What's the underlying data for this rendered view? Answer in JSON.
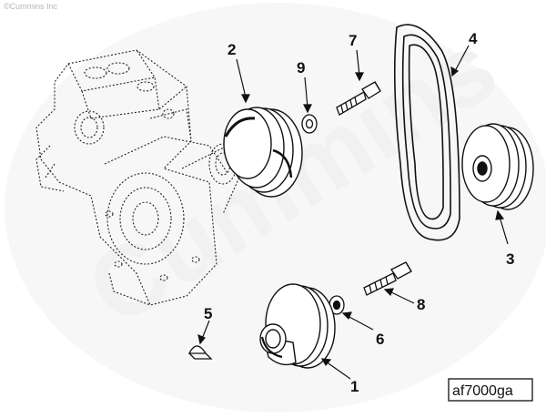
{
  "copyright": "©Cummins Inc",
  "watermark": "Cummins",
  "figure_id": "af7000ga",
  "callouts": [
    {
      "id": "1",
      "part": "crankshaft-pulley"
    },
    {
      "id": "2",
      "part": "water-pump-pulley"
    },
    {
      "id": "3",
      "part": "idler-pulley"
    },
    {
      "id": "4",
      "part": "drive-belt"
    },
    {
      "id": "5",
      "part": "woodruff-key"
    },
    {
      "id": "6",
      "part": "washer"
    },
    {
      "id": "7",
      "part": "capscrew"
    },
    {
      "id": "8",
      "part": "capscrew"
    },
    {
      "id": "9",
      "part": "washer"
    }
  ]
}
